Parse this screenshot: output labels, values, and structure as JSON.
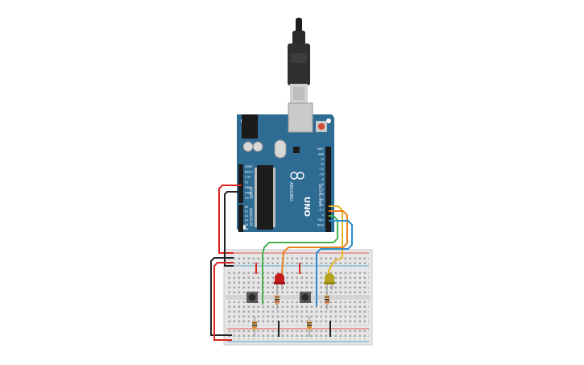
{
  "arduino": {
    "model": "UNO",
    "brand": "ARDUINO",
    "header_left_top": [
      "IOREF",
      "RESET",
      "3.3V",
      "5V",
      "GND",
      "GND",
      "Vin"
    ],
    "header_left_analog": [
      "A0",
      "A1",
      "A2",
      "A3",
      "A4",
      "A5"
    ],
    "power_label": "POWER",
    "analog_label": "ANALOG IN",
    "digital_label": "DIGITAL (PWM ~)",
    "header_right": [
      "AREF",
      "GND",
      "13",
      "12",
      "~11",
      "~10",
      "~9",
      "8",
      "7",
      "~6",
      "~5",
      "4",
      "~3",
      "2",
      "TX▸1",
      "RX◂0"
    ]
  },
  "colors": {
    "board": "#2e6c94",
    "wire_red": "#d8261f",
    "wire_black": "#222222",
    "wire_yellow": "#e8b321",
    "wire_orange": "#e8811f",
    "wire_green": "#47b24a",
    "wire_blue": "#2a8fd0",
    "led_red": "#c31b1b",
    "led_yellow": "#b5a21d"
  }
}
